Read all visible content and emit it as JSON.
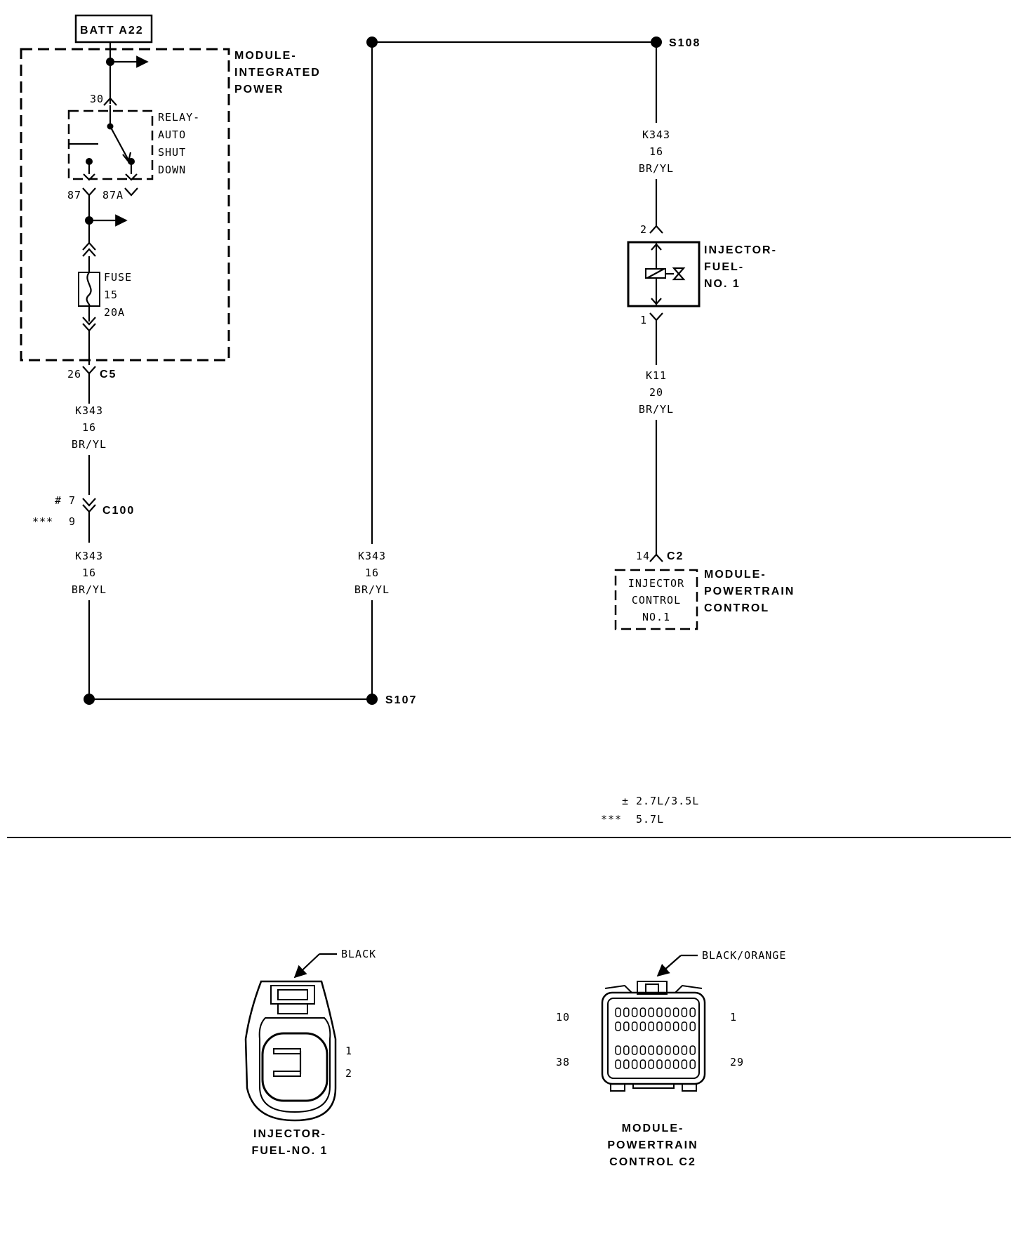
{
  "battery": {
    "label": "BATT A22"
  },
  "ipm": {
    "lines": [
      "MODULE-",
      "INTEGRATED",
      "POWER"
    ]
  },
  "relay": {
    "lines": [
      "RELAY-",
      "AUTO",
      "SHUT",
      "DOWN"
    ],
    "pin_30": "30",
    "pin_87": "87",
    "pin_87a": "87A"
  },
  "fuse": {
    "lines": [
      "FUSE",
      "15",
      "20A"
    ]
  },
  "connector_c5": {
    "pin": "26",
    "name": "C5"
  },
  "wire_k343_a": {
    "circuit": "K343",
    "gauge": "16",
    "color": "BR/YL"
  },
  "connector_c100": {
    "pin_a_mark": "#",
    "pin_a": "7",
    "pin_b_mark": "***",
    "pin_b": "9",
    "name": "C100"
  },
  "wire_k343_b": {
    "circuit": "K343",
    "gauge": "16",
    "color": "BR/YL"
  },
  "wire_k343_c": {
    "circuit": "K343",
    "gauge": "16",
    "color": "BR/YL"
  },
  "splice_s107": {
    "name": "S107"
  },
  "splice_s108": {
    "name": "S108"
  },
  "wire_k343_d": {
    "circuit": "K343",
    "gauge": "16",
    "color": "BR/YL"
  },
  "injector": {
    "lines": [
      "INJECTOR-",
      "FUEL-",
      "NO. 1"
    ],
    "pin_2": "2",
    "pin_1": "1"
  },
  "wire_k11": {
    "circuit": "K11",
    "gauge": "20",
    "color": "BR/YL"
  },
  "pcm": {
    "pin": "14",
    "connector": "C2",
    "inner_lines": [
      "INJECTOR",
      "CONTROL",
      "NO.1"
    ],
    "lines": [
      "MODULE-",
      "POWERTRAIN",
      "CONTROL"
    ]
  },
  "legend": [
    {
      "mark": "±",
      "text": "2.7L/3.5L"
    },
    {
      "mark": "***",
      "text": "5.7L"
    }
  ],
  "connector_views": {
    "injector": {
      "color_label": "BLACK",
      "pins": [
        "1",
        "2"
      ],
      "title_lines": [
        "INJECTOR-",
        "FUEL-NO. 1"
      ]
    },
    "pcm_c2": {
      "color_label": "BLACK/ORANGE",
      "pin_labels": [
        "10",
        "1",
        "38",
        "29"
      ],
      "title_lines": [
        "MODULE-",
        "POWERTRAIN",
        "CONTROL C2"
      ]
    }
  }
}
